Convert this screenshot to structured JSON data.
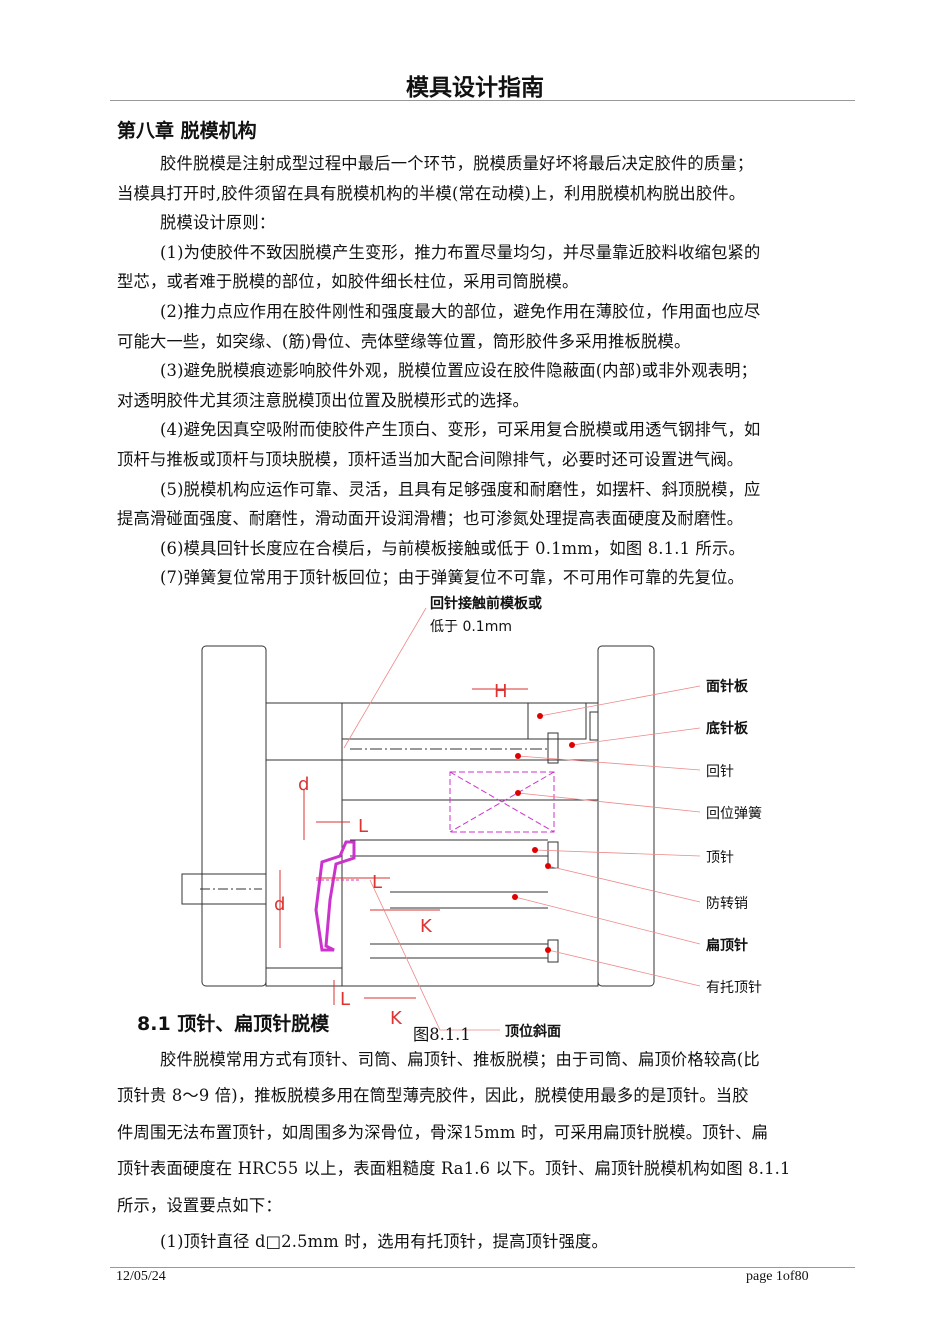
{
  "header": {
    "title": "模具设计指南"
  },
  "chapter": {
    "heading": "第八章  脱模机构"
  },
  "intro_lines": [
    "胶件脱模是注射成型过程中最后一个环节，脱模质量好坏将最后决定胶件的质量；",
    "当模具打开时,胶件须留在具有脱模机构的半模(常在动模)上，利用脱模机构脱出胶件。",
    "脱模设计原则：",
    "(1)为使胶件不致因脱模产生变形，推力布置尽量均匀，并尽量靠近胶料收缩包紧的",
    "型芯，或者难于脱模的部位，如胶件细长柱位，采用司筒脱模。",
    "(2)推力点应作用在胶件刚性和强度最大的部位，避免作用在薄胶位，作用面也应尽",
    "可能大一些，如突缘、(筋)骨位、壳体壁缘等位置，筒形胶件多采用推板脱模。",
    "(3)避免脱模痕迹影响胶件外观，脱模位置应设在胶件隐蔽面(内部)或非外观表明；",
    "对透明胶件尤其须注意脱模顶出位置及脱模形式的选择。",
    "(4)避免因真空吸附而使胶件产生顶白、变形，可采用复合脱模或用透气钢排气，如",
    "顶杆与推板或顶杆与顶块脱模，顶杆适当加大配合间隙排气，必要时还可设置进气阀。",
    "(5)脱模机构应运作可靠、灵活，且具有足够强度和耐磨性，如摆杆、斜顶脱模，应",
    "提高滑碰面强度、耐磨性，滑动面开设润滑槽；也可渗氮处理提高表面硬度及耐磨性。",
    "(6)模具回针长度应在合模后，与前模板接触或低于 0.1mm，如图 8.1.1 所示。",
    "(7)弹簧复位常用于顶针板回位；由于弹簧复位不可靠，不可用作可靠的先复位。"
  ],
  "figure": {
    "callout_top_1": "回针接触前模板或",
    "callout_top_2": "低于 0.1mm",
    "labels": [
      "面针板",
      "底针板",
      "回针",
      "回位弹簧",
      "顶针",
      "防转销",
      "扁顶针",
      "有托顶针"
    ],
    "callout_bottom": "顶位斜面",
    "dims": {
      "H": "H",
      "d": "d",
      "L": "L",
      "K": "K"
    },
    "caption": "图8.1.1",
    "colors": {
      "part": "#cc33cc",
      "dimension": "#dd3333",
      "marker": "#e00000"
    }
  },
  "section": {
    "heading": "8.1  顶针、扁顶针脱模"
  },
  "section_lines": [
    "胶件脱模常用方式有顶针、司筒、扁顶针、推板脱模；由于司筒、扁顶价格较高(比",
    "顶针贵 8～9 倍)，推板脱模多用在筒型薄壳胶件，因此，脱模使用最多的是顶针。当胶",
    "件周围无法布置顶针，如周围多为深骨位，骨深15mm 时，可采用扁顶针脱模。顶针、扁",
    "顶针表面硬度在 HRC55 以上，表面粗糙度 Ra1.6 以下。顶针、扁顶针脱模机构如图 8.1.1",
    "所示，设置要点如下：",
    "(1)顶针直径  d□2.5mm 时，选用有托顶针，提高顶针强度。"
  ],
  "footer": {
    "date": "12/05/24",
    "page": "page 1of80"
  }
}
